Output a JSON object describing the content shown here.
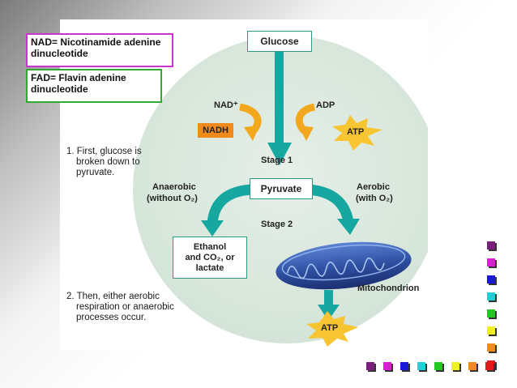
{
  "notes": {
    "nad": "NAD= Nicotinamide adenine dinucleotide",
    "fad": "FAD= Flavin adenine dinucleotide"
  },
  "diagram": {
    "glucose": "Glucose",
    "nad_plus": "NAD⁺",
    "nadh": "NADH",
    "adp": "ADP",
    "atp_top": "ATP",
    "stage1": "Stage 1",
    "pyruvate": "Pyruvate",
    "anaerobic_line1": "Anaerobic",
    "anaerobic_line2": "(without O₂)",
    "aerobic_line1": "Aerobic",
    "aerobic_line2": "(with O₂)",
    "stage2": "Stage 2",
    "product_line1": "Ethanol",
    "product_line2": "and CO₂, or",
    "product_line3": "lactate",
    "mitochondrion": "Mitochondrion",
    "atp_bottom": "ATP",
    "step1_line1": "1. First, glucose is",
    "step1_line2": "broken down to",
    "step1_line3": "pyruvate.",
    "step2_line1": "2. Then, either aerobic",
    "step2_line2": "respiration or anaerobic",
    "step2_line3": "processes occur."
  },
  "colors": {
    "circle": "#dce9e0",
    "arrow_teal": "#16a8a0",
    "arrow_orange": "#f2a81d",
    "nadh_box": "#f08a1c",
    "atp_star": "#f7c531",
    "mito": "#2e4ea0",
    "nad_border": "#cc33cc",
    "fad_border": "#33aa33"
  },
  "decor": {
    "squares_right": [
      "#7a1f7a",
      "#d61fd6",
      "#1a1ad6",
      "#21cfd6",
      "#21c821",
      "#f0f01a",
      "#f08a1a",
      "#e01a1a"
    ],
    "squares_bottom": [
      "#7a1f7a",
      "#d61fd6",
      "#1a1ad6",
      "#21cfd6",
      "#21c821",
      "#f0f01a",
      "#f08a1a",
      "#e01a1a"
    ]
  }
}
